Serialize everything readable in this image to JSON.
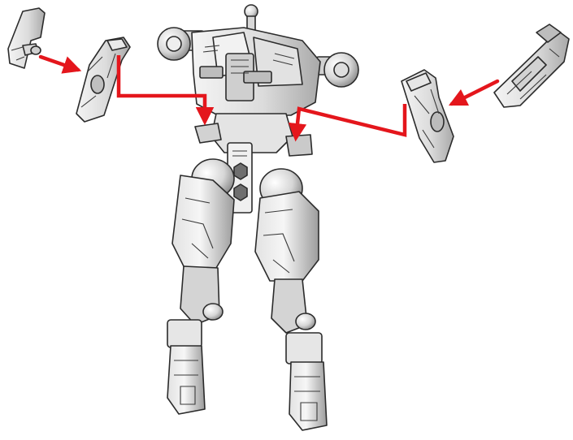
{
  "diagram": {
    "kind": "model-kit assembly instruction",
    "colors": {
      "arrow": "#e4161c",
      "outline": "#2b2b2b",
      "part_light": "#ececec",
      "part_mid": "#cfcfcf",
      "part_dark": "#9a9a9a",
      "background": "#ffffff"
    },
    "parts": [
      "left-small-clip-part",
      "left-shoulder-armor-part",
      "robot-body",
      "right-shoulder-armor-part",
      "right-small-clip-part"
    ],
    "arrows": [
      {
        "from": "left-small-clip-part",
        "to": "left-shoulder-armor-part"
      },
      {
        "from": "left-shoulder-armor-part",
        "to": "robot-body-left-shoulder-joint"
      },
      {
        "from": "right-small-clip-part",
        "to": "right-shoulder-armor-part"
      },
      {
        "from": "right-shoulder-armor-part",
        "to": "robot-body-right-shoulder-joint"
      }
    ]
  }
}
